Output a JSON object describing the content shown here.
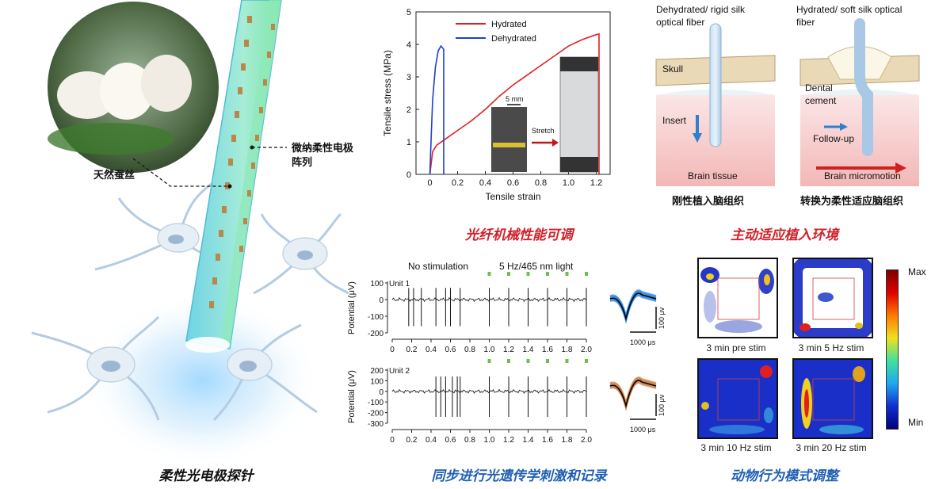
{
  "probe": {
    "silk_label": "天然蚕丝",
    "array_label_line1": "微纳柔性电极",
    "array_label_line2": "阵列",
    "caption": "柔性光电极探针"
  },
  "tensile": {
    "caption": "光纤机械性能可调",
    "inset_scale": "5 mm",
    "inset_arrow": "Stretch"
  },
  "chart_data": [
    {
      "type": "line",
      "xlabel": "Tensile strain",
      "ylabel": "Tensile stress (MPa)",
      "xlim": [
        -0.1,
        1.3
      ],
      "ylim": [
        0,
        5
      ],
      "xticks": [
        "0",
        "0.2",
        "0.4",
        "0.6",
        "0.8",
        "1.0",
        "1.2"
      ],
      "yticks": [
        "0",
        "1",
        "2",
        "3",
        "4",
        "5"
      ],
      "legend_position": "top",
      "series": [
        {
          "name": "Hydrated",
          "color": "#e02020",
          "x": [
            0,
            0.02,
            0.05,
            0.1,
            0.2,
            0.3,
            0.4,
            0.5,
            0.6,
            0.7,
            0.8,
            0.9,
            1.0,
            1.1,
            1.2,
            1.22,
            1.22
          ],
          "y": [
            0,
            0.7,
            0.9,
            1.05,
            1.35,
            1.65,
            2.0,
            2.4,
            2.75,
            3.05,
            3.35,
            3.65,
            3.95,
            4.15,
            4.3,
            4.32,
            0
          ]
        },
        {
          "name": "Dehydrated",
          "color": "#1f3fd0",
          "x": [
            0,
            0.01,
            0.02,
            0.04,
            0.06,
            0.08,
            0.09,
            0.1,
            0.1
          ],
          "y": [
            0,
            1.2,
            2.3,
            3.3,
            3.8,
            3.95,
            3.9,
            3.85,
            0
          ]
        }
      ]
    },
    {
      "type": "line",
      "title": "Unit 1",
      "ylabel": "Potential (μV)",
      "xticks": [
        "0",
        "0.2",
        "0.4",
        "0.6",
        "0.8",
        "1.0",
        "1.2",
        "1.4",
        "1.6",
        "1.8",
        "2.0"
      ],
      "yticks": [
        "100",
        "0",
        "-100",
        "-200"
      ],
      "xlim": [
        0,
        2.0
      ],
      "ylim": [
        -200,
        100
      ],
      "spikes_x": [
        0.17,
        0.22,
        0.3,
        0.45,
        0.55,
        0.6,
        0.7,
        1.0,
        1.2,
        1.4,
        1.6,
        1.8,
        2.0
      ],
      "stim_x": [
        1.0,
        1.2,
        1.4,
        1.6,
        1.8,
        2.0
      ]
    },
    {
      "type": "line",
      "title": "Unit 2",
      "ylabel": "Potential (μV)",
      "xticks": [
        "0",
        "0.2",
        "0.4",
        "0.6",
        "0.8",
        "1.0",
        "1.2",
        "1.4",
        "1.6",
        "1.8",
        "2.0"
      ],
      "yticks": [
        "200",
        "100",
        "0",
        "-100",
        "-200",
        "-300"
      ],
      "xlim": [
        0,
        2.0
      ],
      "ylim": [
        -300,
        200
      ],
      "spikes_x": [
        0.45,
        0.5,
        0.55,
        0.62,
        0.67,
        0.7,
        1.0,
        1.2,
        1.4,
        1.6,
        1.8,
        2.0
      ],
      "stim_x": [
        1.0,
        1.2,
        1.4,
        1.6,
        1.8,
        2.0
      ]
    }
  ],
  "ephys": {
    "caption": "同步进行光遗传学刺激和记录",
    "no_stim": "No stimulation",
    "stim": "5 Hz/465 nm light",
    "scale_v": "100 μv",
    "scale_t": "1000 μs"
  },
  "implant": {
    "caption": "主动适应植入环境",
    "left_title_line1": "Dehydrated/ rigid silk",
    "left_title_line2": "optical fiber",
    "right_title_line1": "Hydrated/ soft silk optical",
    "right_title_line2": "fiber",
    "skull": "Skull",
    "insert": "Insert",
    "brain_tissue": "Brain tissue",
    "dental_line1": "Dental",
    "dental_line2": "cement",
    "follow_up": "Follow-up",
    "brain_micromotion": "Brain micromotion",
    "left_caption": "刚性植入脑组织",
    "right_caption": "转换为柔性适应脑组织"
  },
  "behavior": {
    "caption": "动物行为模式调整",
    "panels": [
      "3 min pre stim",
      "3 min 5 Hz stim",
      "3 min 10 Hz stim",
      "3 min 20 Hz stim"
    ],
    "colorbar_max": "Max",
    "colorbar_min": "Min"
  }
}
